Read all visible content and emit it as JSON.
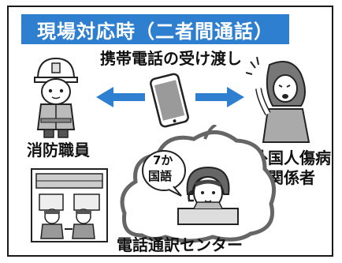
{
  "title": "現場対応時（二者間通話）",
  "labels": {
    "phone_handover": "携帯電話の受け渡し",
    "firefighter": "消防職員",
    "foreign_patient_line1": "外国人傷病",
    "foreign_patient_line2": "者関係者",
    "interpretation_center": "電話通訳センター",
    "languages_line1": "7か",
    "languages_line2": "国語"
  },
  "colors": {
    "accent": "#2f7fd0",
    "banner_text": "#ffffff"
  },
  "icons": [
    "firefighter-icon",
    "smartphone-icon",
    "foreign-person-icon",
    "ambulance-crew-icon",
    "interpreter-icon",
    "arrow-left-icon",
    "arrow-right-icon"
  ]
}
